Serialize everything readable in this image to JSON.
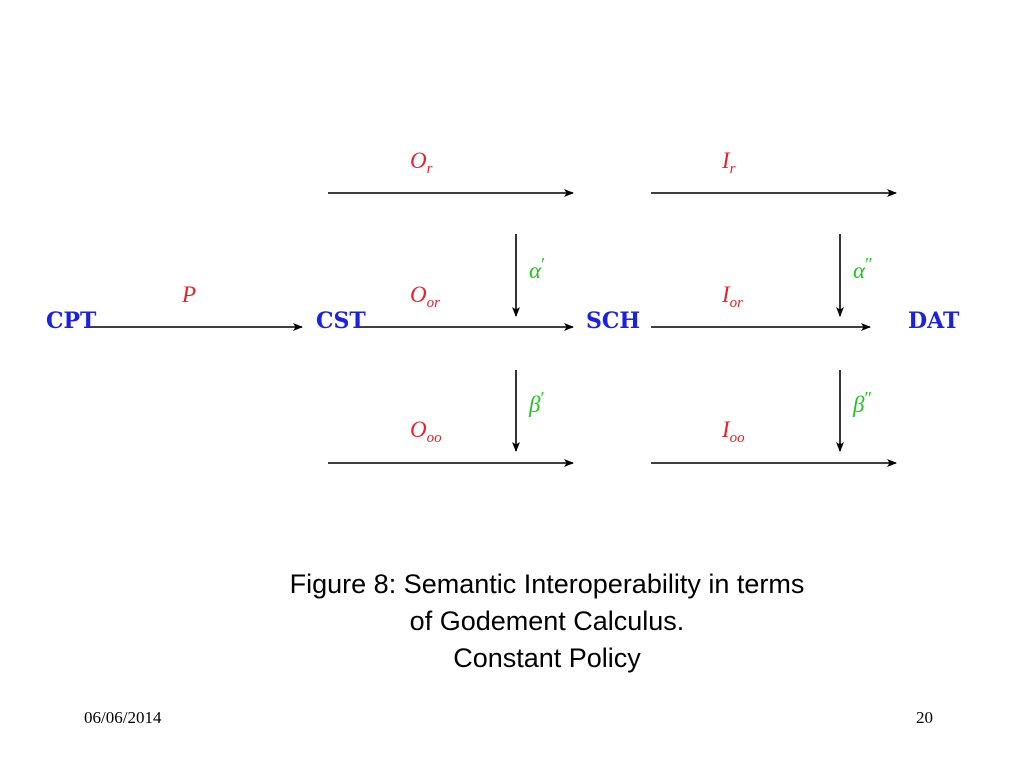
{
  "diagram": {
    "nodes": {
      "cpt": "CPT",
      "cst": "CST",
      "sch": "SCH",
      "dat": "DAT"
    },
    "arrows": {
      "p": "P",
      "o_r": {
        "base": "O",
        "sub": "r"
      },
      "o_or": {
        "base": "O",
        "sub": "or"
      },
      "o_oo": {
        "base": "O",
        "sub": "oo"
      },
      "i_r": {
        "base": "I",
        "sub": "r"
      },
      "i_or": {
        "base": "I",
        "sub": "or"
      },
      "i_oo": {
        "base": "I",
        "sub": "oo"
      },
      "alpha1": {
        "base": "α",
        "prime": "′"
      },
      "beta1": {
        "base": "β",
        "prime": "′"
      },
      "alpha2": {
        "base": "α",
        "prime": "″"
      },
      "beta2": {
        "base": "β",
        "prime": "″"
      }
    },
    "colors": {
      "node": "#1a22e0",
      "functor": "#e8202a",
      "transformation": "#22c41e",
      "arrow": "#000000"
    }
  },
  "caption": {
    "line1": "Figure 8: Semantic Interoperability in terms",
    "line2": "of Godement Calculus.",
    "line3": "Constant Policy"
  },
  "footer": {
    "date": "06/06/2014",
    "page": "20"
  }
}
